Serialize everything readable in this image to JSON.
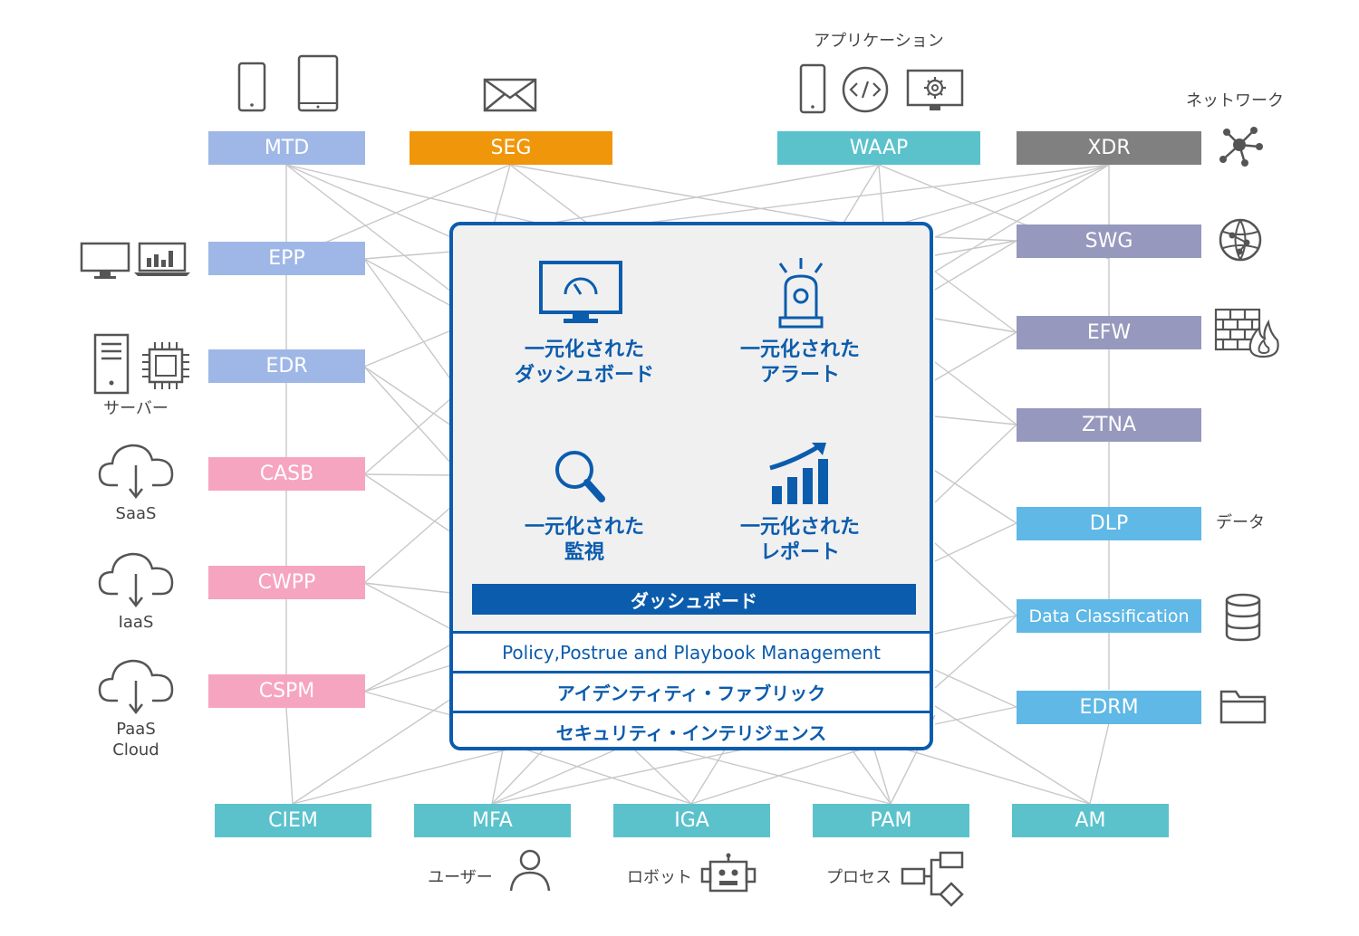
{
  "colors": {
    "blue_light": "#9fb7e6",
    "orange": "#f0960a",
    "teal": "#5bc2cc",
    "gray": "#808080",
    "purple_gray": "#9699bd",
    "pink": "#f6a5c0",
    "sky": "#5fb8e6",
    "hub_border": "#0b5cad",
    "line": "#c8c8c8"
  },
  "top_modules": [
    {
      "id": "mtd",
      "label": "MTD"
    },
    {
      "id": "seg",
      "label": "SEG"
    },
    {
      "id": "waap",
      "label": "WAAP"
    },
    {
      "id": "xdr",
      "label": "XDR"
    }
  ],
  "left_modules": [
    {
      "id": "epp",
      "label": "EPP"
    },
    {
      "id": "edr",
      "label": "EDR"
    },
    {
      "id": "casb",
      "label": "CASB"
    },
    {
      "id": "cwpp",
      "label": "CWPP"
    },
    {
      "id": "cspm",
      "label": "CSPM"
    }
  ],
  "right_modules": [
    {
      "id": "swg",
      "label": "SWG"
    },
    {
      "id": "efw",
      "label": "EFW"
    },
    {
      "id": "ztna",
      "label": "ZTNA"
    },
    {
      "id": "dlp",
      "label": "DLP"
    },
    {
      "id": "dc",
      "label": "Data Classification"
    },
    {
      "id": "edrm",
      "label": "EDRM"
    }
  ],
  "bottom_modules": [
    {
      "id": "ciem",
      "label": "CIEM"
    },
    {
      "id": "mfa",
      "label": "MFA"
    },
    {
      "id": "iga",
      "label": "IGA"
    },
    {
      "id": "pam",
      "label": "PAM"
    },
    {
      "id": "am",
      "label": "AM"
    }
  ],
  "category_labels": {
    "application": "アプリケーション",
    "network": "ネットワーク",
    "server": "サーバー",
    "saas": "SaaS",
    "iaas": "IaaS",
    "paas": "PaaS",
    "cloud": "Cloud",
    "data": "データ",
    "user": "ユーザー",
    "robot": "ロボット",
    "process": "プロセス"
  },
  "hub": {
    "features": [
      {
        "line1": "一元化された",
        "line2": "ダッシュボード"
      },
      {
        "line1": "一元化された",
        "line2": "アラート"
      },
      {
        "line1": "一元化された",
        "line2": "監視"
      },
      {
        "line1": "一元化された",
        "line2": "レポート"
      }
    ],
    "dashboard_bar": "ダッシュボード",
    "layers": [
      "Policy,Postrue and Playbook Management",
      "アイデンティティ・ファブリック",
      "セキュリティ・インテリジェンス"
    ]
  },
  "icons": {
    "mtd": [
      "phone-icon",
      "tablet-icon"
    ],
    "seg": [
      "envelope-icon"
    ],
    "waap": [
      "phone-icon",
      "code-icon",
      "gear-monitor-icon"
    ],
    "xdr": [
      "network-node-icon"
    ],
    "epp": [
      "monitor-icon",
      "laptop-chart-icon"
    ],
    "edr": [
      "server-tower-icon",
      "cpu-chip-icon"
    ],
    "cloud": [
      "cloud-download-icon"
    ],
    "swg": [
      "globe-network-icon"
    ],
    "efw": [
      "firewall-fire-icon"
    ],
    "dc": [
      "database-icon"
    ],
    "edrm": [
      "folder-icon"
    ],
    "user": [
      "user-icon"
    ],
    "robot": [
      "robot-icon"
    ],
    "process": [
      "process-flow-icon"
    ],
    "hub": [
      "dashboard-monitor-icon",
      "alarm-light-icon",
      "magnifier-icon",
      "bar-chart-up-icon"
    ]
  }
}
